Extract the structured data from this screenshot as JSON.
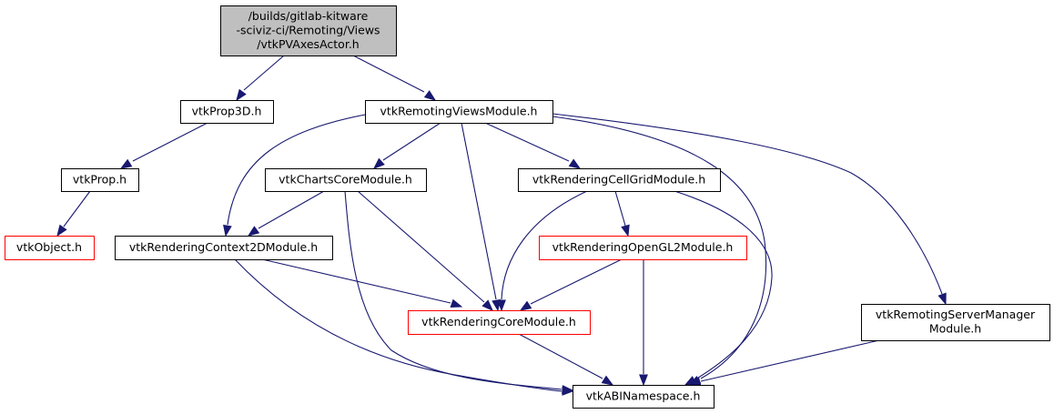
{
  "diagram": {
    "type": "include-dependency-graph",
    "colors": {
      "edge": "#191970",
      "root_fill": "#bfbfbf",
      "node_border": "#000000",
      "external_node_border": "#ff0000",
      "background": "#ffffff"
    },
    "nodes": [
      {
        "id": "root",
        "lines": [
          "/builds/gitlab-kitware",
          "-sciviz-ci/Remoting/Views",
          "/vtkPVAxesActor.h"
        ],
        "style": "root"
      },
      {
        "id": "prop3d",
        "lines": [
          "vtkProp3D.h"
        ],
        "style": "normal"
      },
      {
        "id": "remotingviews",
        "lines": [
          "vtkRemotingViewsModule.h"
        ],
        "style": "normal"
      },
      {
        "id": "prop",
        "lines": [
          "vtkProp.h"
        ],
        "style": "normal"
      },
      {
        "id": "chartscore",
        "lines": [
          "vtkChartsCoreModule.h"
        ],
        "style": "normal"
      },
      {
        "id": "cellgrid",
        "lines": [
          "vtkRenderingCellGridModule.h"
        ],
        "style": "normal"
      },
      {
        "id": "object",
        "lines": [
          "vtkObject.h"
        ],
        "style": "red"
      },
      {
        "id": "context2d",
        "lines": [
          "vtkRenderingContext2DModule.h"
        ],
        "style": "normal"
      },
      {
        "id": "opengl2",
        "lines": [
          "vtkRenderingOpenGL2Module.h"
        ],
        "style": "red"
      },
      {
        "id": "renderingcore",
        "lines": [
          "vtkRenderingCoreModule.h"
        ],
        "style": "red"
      },
      {
        "id": "servermanager",
        "lines": [
          "vtkRemotingServerManager",
          "Module.h"
        ],
        "style": "normal"
      },
      {
        "id": "abinamespace",
        "lines": [
          "vtkABINamespace.h"
        ],
        "style": "normal"
      }
    ],
    "edges": [
      {
        "from": "root",
        "to": "prop3d"
      },
      {
        "from": "root",
        "to": "remotingviews"
      },
      {
        "from": "prop3d",
        "to": "prop"
      },
      {
        "from": "prop",
        "to": "object"
      },
      {
        "from": "remotingviews",
        "to": "context2d"
      },
      {
        "from": "remotingviews",
        "to": "chartscore"
      },
      {
        "from": "remotingviews",
        "to": "renderingcore"
      },
      {
        "from": "remotingviews",
        "to": "cellgrid"
      },
      {
        "from": "remotingviews",
        "to": "abinamespace"
      },
      {
        "from": "remotingviews",
        "to": "servermanager"
      },
      {
        "from": "chartscore",
        "to": "context2d"
      },
      {
        "from": "chartscore",
        "to": "renderingcore"
      },
      {
        "from": "chartscore",
        "to": "abinamespace"
      },
      {
        "from": "cellgrid",
        "to": "renderingcore"
      },
      {
        "from": "cellgrid",
        "to": "opengl2"
      },
      {
        "from": "cellgrid",
        "to": "abinamespace"
      },
      {
        "from": "context2d",
        "to": "renderingcore"
      },
      {
        "from": "context2d",
        "to": "abinamespace"
      },
      {
        "from": "opengl2",
        "to": "renderingcore"
      },
      {
        "from": "opengl2",
        "to": "abinamespace"
      },
      {
        "from": "renderingcore",
        "to": "abinamespace"
      },
      {
        "from": "servermanager",
        "to": "abinamespace"
      }
    ]
  }
}
